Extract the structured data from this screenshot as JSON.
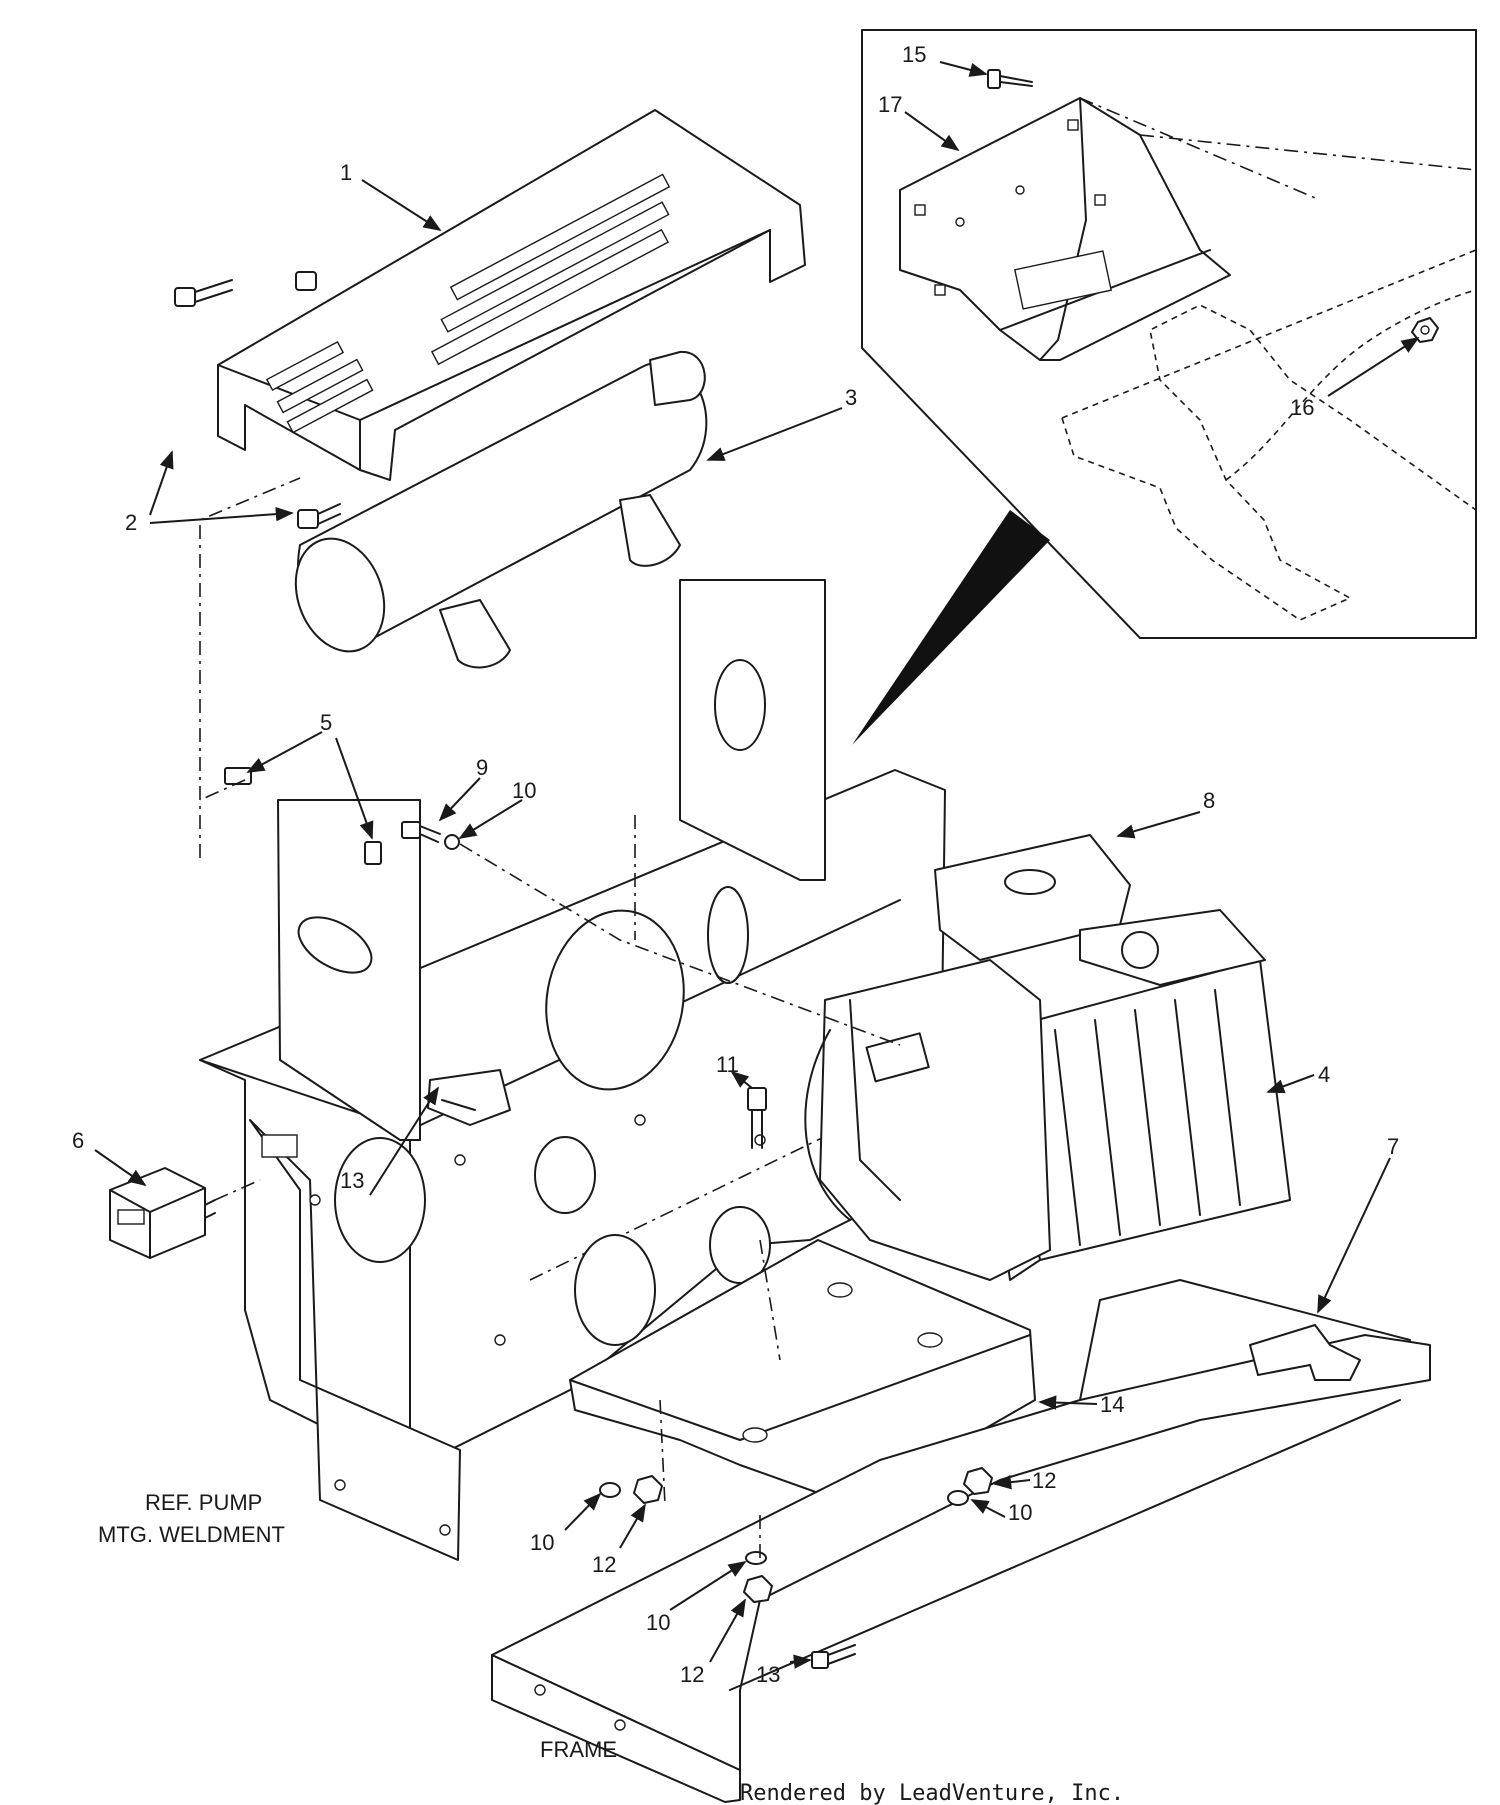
{
  "callouts": {
    "c1": "1",
    "c2": "2",
    "c3": "3",
    "c4": "4",
    "c5": "5",
    "c6": "6",
    "c7": "7",
    "c8": "8",
    "c9": "9",
    "c10a": "10",
    "c10b": "10",
    "c10c": "10",
    "c10d": "10",
    "c11": "11",
    "c12a": "12",
    "c12b": "12",
    "c12c": "12",
    "c13a": "13",
    "c13b": "13",
    "c14": "14",
    "c15": "15",
    "c16": "16",
    "c17": "17"
  },
  "labels": {
    "ref_line1": "REF. PUMP",
    "ref_line2": "MTG. WELDMENT",
    "frame": "FRAME"
  },
  "credit": "Rendered by LeadVenture, Inc."
}
